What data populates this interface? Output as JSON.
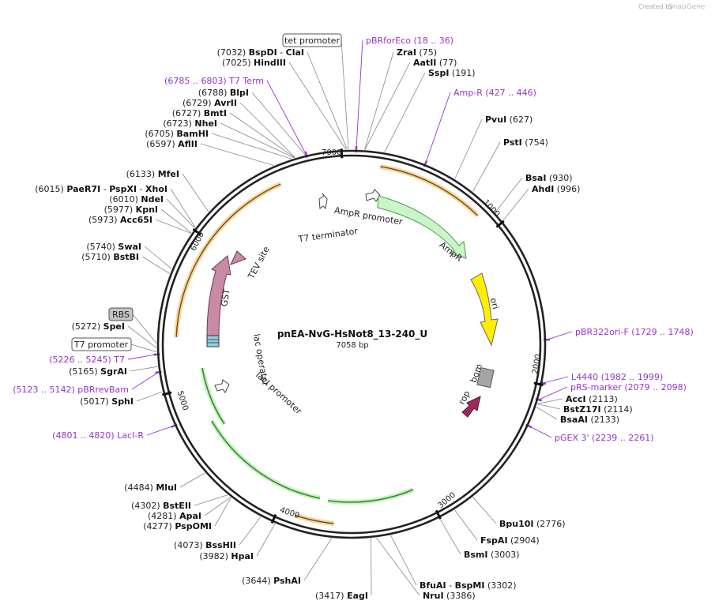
{
  "credit": {
    "created_by": "Created by",
    "brand": "SnapGene"
  },
  "plasmid": {
    "name": "pnEA-NvG-HsNot8_13-240_U",
    "size": "7058 bp"
  },
  "ticks": [
    "1000",
    "2000",
    "3000",
    "4000",
    "5000",
    "6000",
    "7000"
  ],
  "colors": {
    "site_line": "#888888",
    "purple": "#9933cc",
    "ring": "#222222"
  },
  "enzymes": [
    {
      "pos": "(7032)",
      "name": "BspDI",
      "sep": "-",
      "name2": "ClaI"
    },
    {
      "pos": "(7025)",
      "name": "HindIII"
    },
    {
      "pos": "(6788)",
      "name": "BlpI"
    },
    {
      "pos": "(6729)",
      "name": "AvrII"
    },
    {
      "pos": "(6727)",
      "name": "BmtI"
    },
    {
      "pos": "(6723)",
      "name": "NheI"
    },
    {
      "pos": "(6705)",
      "name": "BamHI"
    },
    {
      "pos": "(6597)",
      "name": "AflII"
    },
    {
      "pos": "(6133)",
      "name": "MfeI"
    },
    {
      "pos": "(6015)",
      "name": "PaeR7I",
      "sep": "-",
      "name2": "PspXI",
      "sep2": "-",
      "name3": "XhoI"
    },
    {
      "pos": "(6010)",
      "name": "NdeI"
    },
    {
      "pos": "(5977)",
      "name": "KpnI"
    },
    {
      "pos": "(5973)",
      "name": "Acc65I"
    },
    {
      "pos": "(5740)",
      "name": "SwaI"
    },
    {
      "pos": "(5710)",
      "name": "BstBI"
    },
    {
      "pos": "(5272)",
      "name": "SpeI"
    },
    {
      "pos": "(5165)",
      "name": "SgrAI"
    },
    {
      "pos": "(5017)",
      "name": "SphI"
    },
    {
      "pos": "(4484)",
      "name": "MluI"
    },
    {
      "pos": "(4302)",
      "name": "BstEII"
    },
    {
      "pos": "(4281)",
      "name": "ApaI"
    },
    {
      "pos": "(4277)",
      "name": "PspOMI"
    },
    {
      "pos": "(4073)",
      "name": "BssHII"
    },
    {
      "pos": "(3982)",
      "name": "HpaI"
    },
    {
      "pos": "(3644)",
      "name": "PshAI"
    },
    {
      "pos": "(3417)",
      "name": "EagI"
    },
    {
      "pos": "(3386)",
      "name": "NruI"
    },
    {
      "pos": "(3302)",
      "name": "BfuAI",
      "sep": "-",
      "name2": "BspMI"
    },
    {
      "pos": "(3003)",
      "name": "BsmI"
    },
    {
      "pos": "(2904)",
      "name": "FspAI"
    },
    {
      "pos": "(2776)",
      "name": "Bpu10I"
    },
    {
      "pos": "(2133)",
      "name": "BsaAI"
    },
    {
      "pos": "(2114)",
      "name": "BstZ17I"
    },
    {
      "pos": "(2113)",
      "name": "AccI"
    },
    {
      "pos": "(996)",
      "name": "AhdI"
    },
    {
      "pos": "(930)",
      "name": "BsaI"
    },
    {
      "pos": "(754)",
      "name": "PstI"
    },
    {
      "pos": "(627)",
      "name": "PvuI"
    },
    {
      "pos": "(191)",
      "name": "SspI"
    },
    {
      "pos": "(77)",
      "name": "AatII"
    },
    {
      "pos": "(75)",
      "name": "ZraI"
    }
  ],
  "primers": [
    {
      "name": "pBRforEco",
      "range": "(18 .. 36)"
    },
    {
      "name": "Amp-R",
      "range": "(427 .. 446)"
    },
    {
      "name": "pBR322ori-F",
      "range": "(1729 .. 1748)"
    },
    {
      "name": "L4440",
      "range": "(1982 .. 1999)"
    },
    {
      "name": "pRS-marker",
      "range": "(2079 .. 2098)"
    },
    {
      "name": "pGEX 3'",
      "range": "(2239 .. 2261)"
    },
    {
      "name": "LacI-R",
      "range": "(4801 .. 4820)"
    },
    {
      "name": "pBRrevBam",
      "range": "(5123 .. 5142)"
    },
    {
      "name": "T7",
      "range": "(5226 .. 5245)"
    },
    {
      "name": "T7 Term",
      "range": "(6785 .. 6803)"
    }
  ],
  "boxed": {
    "tet_promoter": "tet promoter",
    "rbs": "RBS",
    "t7_promoter": "T7 promoter"
  },
  "features": {
    "ampr_promoter": "AmpR promoter",
    "t7_terminator": "T7 terminator",
    "ampr": "AmpR",
    "ori": "ori",
    "bom": "bom",
    "rop": "rop",
    "gst": "GST",
    "tev": "TEV site",
    "lac_operator": "lac operator",
    "laci_promoter": "lacI promoter"
  }
}
